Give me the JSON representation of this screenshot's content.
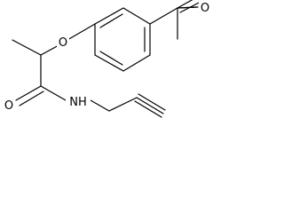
{
  "molecule": {
    "atoms": {
      "ether_oxygen": "O",
      "ketone_oxygen": "O",
      "carbonyl_oxygen": "O",
      "amide_nitrogen": "NH"
    },
    "colors": {
      "bond": "#000000",
      "label": "#000000",
      "background": "#ffffff"
    }
  }
}
